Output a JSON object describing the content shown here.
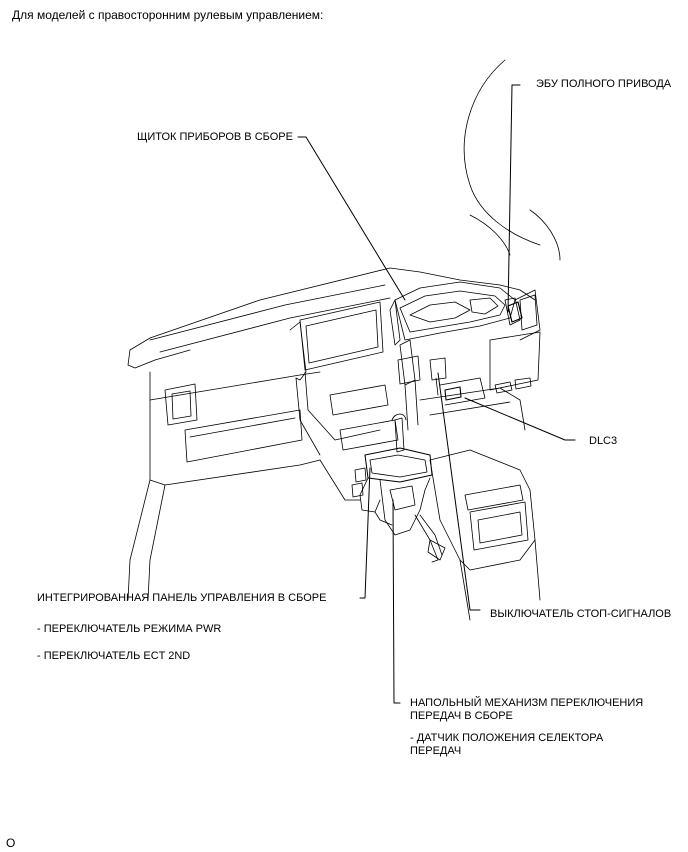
{
  "header": {
    "title": "Для моделей с правосторонним рулевым управлением:"
  },
  "labels": {
    "awd_ecu": "ЭБУ ПОЛНОГО ПРИВОДА",
    "combination_meter": "ЩИТОК ПРИБОРОВ В СБОРЕ",
    "dlc3": "DLC3",
    "integration_panel": "ИНТЕГРИРОВАННАЯ ПАНЕЛЬ УПРАВЛЕНИЯ В СБОРЕ",
    "integration_panel_items": [
      "- ПЕРЕКЛЮЧАТЕЛЬ РЕЖИМА PWR",
      "- ПЕРЕКЛЮЧАТЕЛЬ ECT 2ND"
    ],
    "stop_light_switch": "ВЫКЛЮЧАТЕЛЬ СТОП-СИГНАЛОВ",
    "shift_lever_line1": "НАПОЛЬНЫЙ МЕХАНИЗМ ПЕРЕКЛЮЧЕНИЯ",
    "shift_lever_line2": "ПЕРЕДАЧ В СБОРЕ",
    "shift_sensor_line1": "- ДАТЧИК ПОЛОЖЕНИЯ СЕЛЕКТОРА",
    "shift_sensor_line2": "ПЕРЕДАЧ"
  },
  "footer": {
    "code": "O"
  }
}
